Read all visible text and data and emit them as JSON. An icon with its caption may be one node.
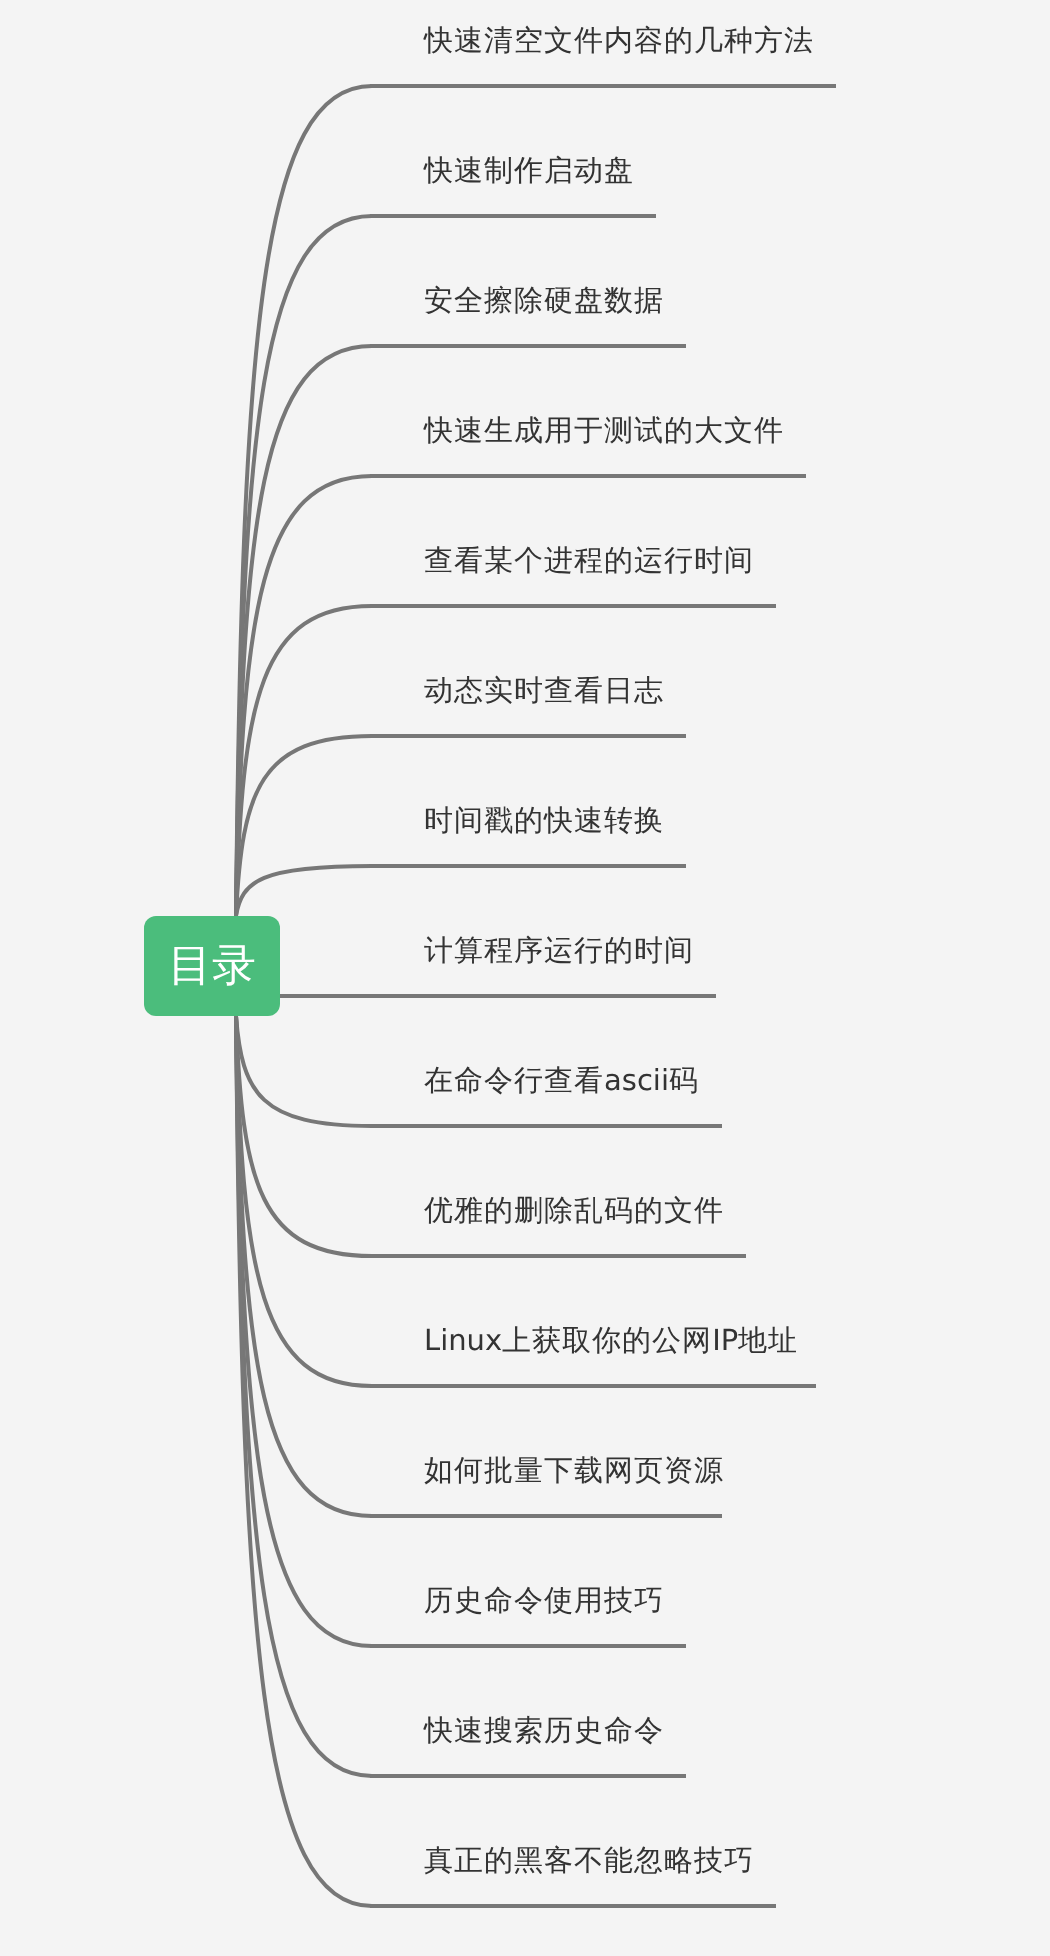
{
  "diagram": {
    "nodes": [
      {
        "text": [
          "目录"
        ]
      },
      {
        "text": [
          "快速清空文件内容的几种方法"
        ]
      },
      {
        "text": [
          "快速制作启动盘"
        ]
      },
      {
        "text": [
          "安全擦除硬盘数据"
        ]
      },
      {
        "text": [
          "快速生成用于测试的大文件"
        ]
      },
      {
        "text": [
          "查看某个进程的运行时间"
        ]
      },
      {
        "text": [
          "动态实时查看日志"
        ]
      },
      {
        "text": [
          "时间戳的快速转换"
        ]
      },
      {
        "text": [
          "计算程序运行的时间"
        ]
      },
      {
        "text": [
          "在命令行查看ascii码"
        ]
      },
      {
        "text": [
          "优雅的删除乱码的文件"
        ]
      },
      {
        "text": [
          "Linux上获取你的公网IP地址"
        ]
      },
      {
        "text": [
          "如何批量下载网页资源"
        ]
      },
      {
        "text": [
          "历史命令使用技巧"
        ]
      },
      {
        "text": [
          "快速搜索历史命令"
        ]
      },
      {
        "text": [
          "真正的黑客不能忽略技巧"
        ]
      }
    ],
    "edges": [
      {
        "from": 0,
        "to": 1,
        "arrow": "none"
      },
      {
        "from": 0,
        "to": 2,
        "arrow": "none"
      },
      {
        "from": 0,
        "to": 3,
        "arrow": "none"
      },
      {
        "from": 0,
        "to": 4,
        "arrow": "none"
      },
      {
        "from": 0,
        "to": 5,
        "arrow": "none"
      },
      {
        "from": 0,
        "to": 6,
        "arrow": "none"
      },
      {
        "from": 0,
        "to": 7,
        "arrow": "none"
      },
      {
        "from": 0,
        "to": 8,
        "arrow": "none"
      },
      {
        "from": 0,
        "to": 9,
        "arrow": "none"
      },
      {
        "from": 0,
        "to": 10,
        "arrow": "none"
      },
      {
        "from": 0,
        "to": 11,
        "arrow": "none"
      },
      {
        "from": 0,
        "to": 12,
        "arrow": "none"
      },
      {
        "from": 0,
        "to": 13,
        "arrow": "none"
      },
      {
        "from": 0,
        "to": 14,
        "arrow": "none"
      },
      {
        "from": 0,
        "to": 15,
        "arrow": "none"
      }
    ]
  }
}
